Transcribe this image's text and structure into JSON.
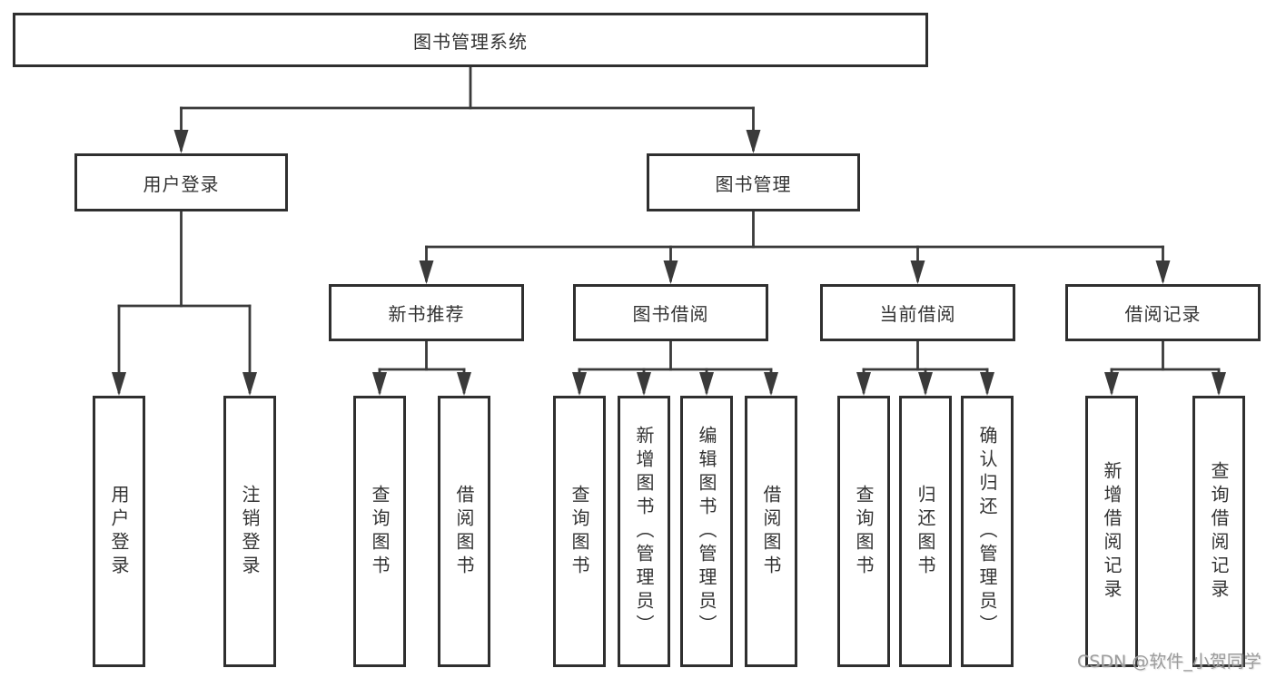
{
  "diagram": {
    "root": {
      "label": "图书管理系统"
    },
    "level2": [
      {
        "label": "用户登录"
      },
      {
        "label": "图书管理"
      }
    ],
    "level3": [
      {
        "label": "新书推荐"
      },
      {
        "label": "图书借阅"
      },
      {
        "label": "当前借阅"
      },
      {
        "label": "借阅记录"
      }
    ],
    "leaves": {
      "user_login": [
        "用户登录",
        "注销登录"
      ],
      "new_books": [
        "查询图书",
        "借阅图书"
      ],
      "book_borrow": [
        "查询图书",
        "新增图书（管理员）",
        "编辑图书（管理员）",
        "借阅图书"
      ],
      "current_borrow": [
        "查询图书",
        "归还图书",
        "确认归还（管理员）"
      ],
      "borrow_records": [
        "新增借阅记录",
        "查询借阅记录"
      ]
    }
  },
  "watermark": {
    "text": "CSDN @软件_小贺同学"
  },
  "colors": {
    "line": "#3a3a3a",
    "box_border": "#2f2f2f",
    "text": "#333333",
    "watermark": "#9c9c9c",
    "background": "#ffffff"
  }
}
